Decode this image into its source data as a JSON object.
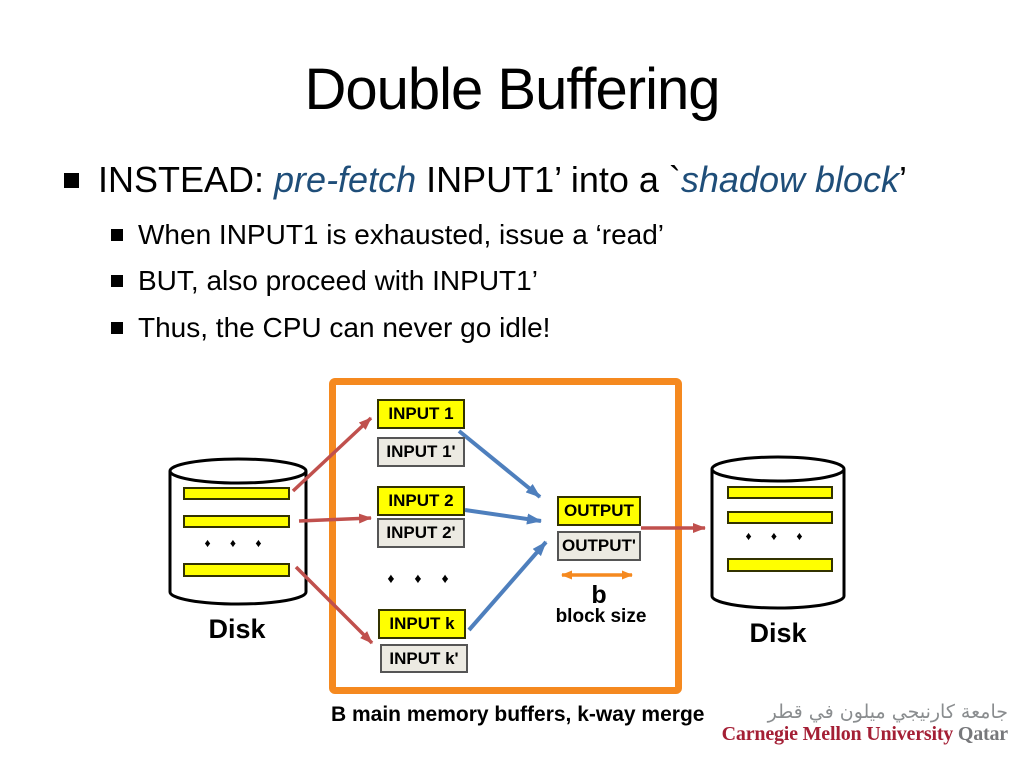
{
  "slide": {
    "title": "Double Buffering",
    "bullet_main": {
      "prefix": "INSTEAD: ",
      "em1": "pre-fetch",
      "mid1": " INPUT1",
      "q1": "’",
      "mid2": " into a `",
      "em2": "shadow block",
      "q2": "’"
    },
    "sub_bullets": [
      "When INPUT1 is exhausted, issue a ‘read’",
      "BUT, also proceed with INPUT1’",
      "Thus, the CPU can never go idle!"
    ]
  },
  "diagram": {
    "memory": {
      "input1": "INPUT 1",
      "input1_shadow": "INPUT 1'",
      "input2": "INPUT 2",
      "input2_shadow": "INPUT 2'",
      "inputk": "INPUT k",
      "inputk_shadow": "INPUT k'",
      "output": "OUTPUT",
      "output_shadow": "OUTPUT'",
      "ellipsis": "♦ ♦ ♦",
      "block_size_line1": "b",
      "block_size_line2": "block size"
    },
    "left_disk_label": "Disk",
    "right_disk_label": "Disk",
    "disk_ellipsis": "♦ ♦ ♦",
    "caption": "B main memory buffers, k-way merge"
  },
  "footer": {
    "arabic": "جامعة كارنيجي ميلون في قطر",
    "university": "Carnegie Mellon University",
    "campus": " Qatar"
  },
  "colors": {
    "accent_orange": "#F5891F",
    "buffer_yellow": "#FFFF00",
    "shadow_gray": "#ECEAE2",
    "arrow_red": "#C0504D",
    "arrow_blue": "#4E7FBD",
    "emphasis_blue": "#1F4E79",
    "cmu_red": "#A41F35",
    "logo_gray": "#8A8D8F"
  }
}
